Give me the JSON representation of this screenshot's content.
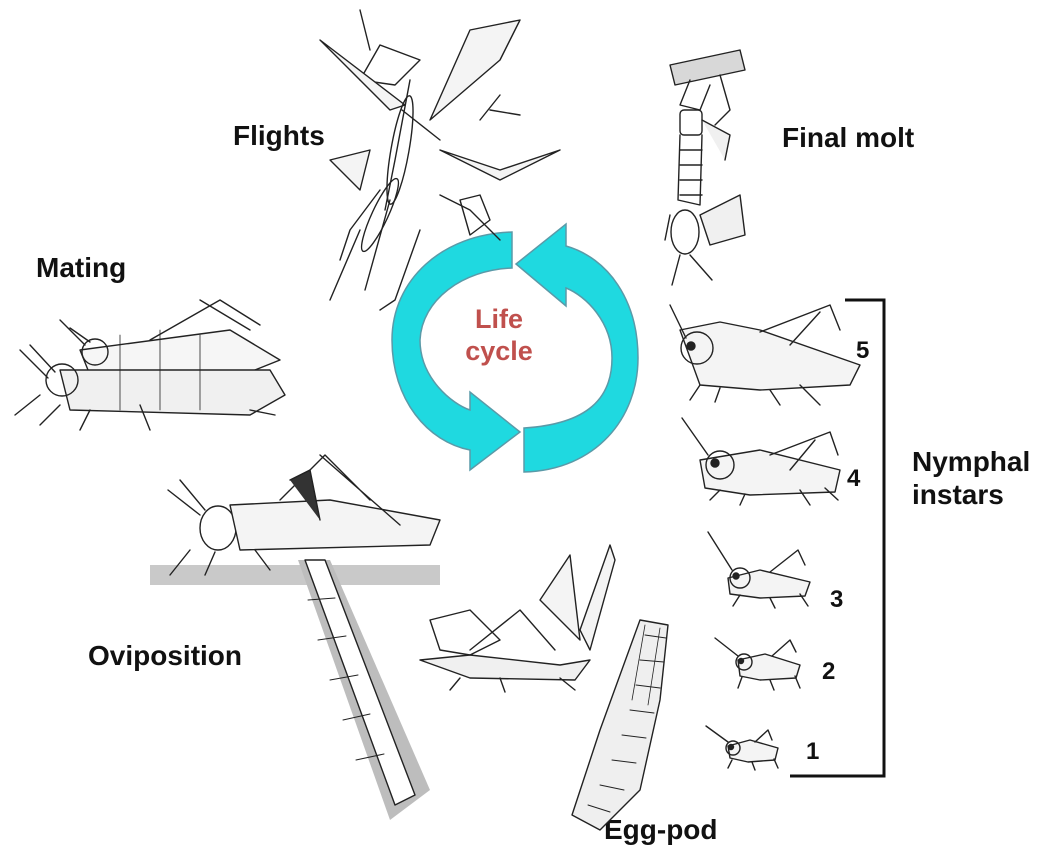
{
  "labels": {
    "flights": "Flights",
    "final_molt": "Final molt",
    "mating": "Mating",
    "oviposition": "Oviposition",
    "egg_pod": "Egg-pod",
    "nymphal_instars": "Nymphal\ninstars"
  },
  "center": {
    "line1": "Life",
    "line2": "cycle"
  },
  "instars": [
    "5",
    "4",
    "3",
    "2",
    "1"
  ],
  "colors": {
    "arrow_fill": "#1fd9e0",
    "arrow_stroke": "#5a9aa8",
    "center_text": "#c0504d",
    "ink": "#222222"
  },
  "icons": [
    "locust-flying-icon",
    "locust-molting-icon",
    "locust-mating-icon",
    "locust-ovipositing-icon",
    "locust-egg-pod-icon",
    "locust-nymph-icon",
    "locust-hatching-adult-icon"
  ]
}
